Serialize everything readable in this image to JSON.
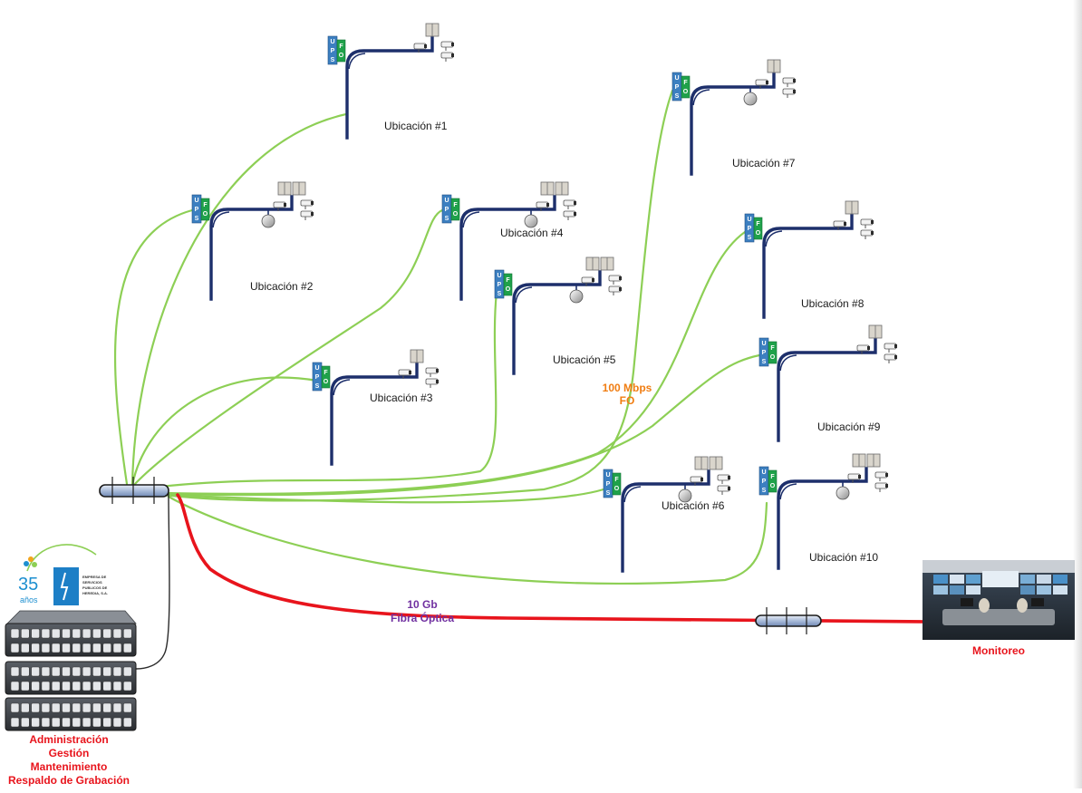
{
  "locations": [
    {
      "label": "Ubicación #1",
      "ptz": false
    },
    {
      "label": "Ubicación #2",
      "ptz": true
    },
    {
      "label": "Ubicación #3",
      "ptz": false
    },
    {
      "label": "Ubicación #4",
      "ptz": true
    },
    {
      "label": "Ubicación #5",
      "ptz": true
    },
    {
      "label": "Ubicación #6",
      "ptz": true
    },
    {
      "label": "Ubicación #7",
      "ptz": true
    },
    {
      "label": "Ubicación #8",
      "ptz": false
    },
    {
      "label": "Ubicación #9",
      "ptz": false
    },
    {
      "label": "Ubicación #10",
      "ptz": true
    }
  ],
  "pole_box": {
    "ups": [
      "U",
      "P",
      "S"
    ],
    "fo": [
      "F",
      "O"
    ]
  },
  "links": {
    "access": {
      "line1": "100 Mbps",
      "line2": "FO",
      "color": "#f07d12"
    },
    "backbone": {
      "line1": "10 Gb",
      "line2": "Fibra Óptica",
      "color": "#7030a0"
    }
  },
  "colors": {
    "fiber_green": "#8dcf55",
    "backbone_red": "#e8141c",
    "pole_navy": "#1d2f6b",
    "ups_blue": "#3c7fc0",
    "fo_green": "#1fa14a"
  },
  "logo": {
    "number": "35",
    "word": "años",
    "company": [
      "EMPRESA DE",
      "SERVICIOS",
      "PUBLICOS DE",
      "HEREDIA, S.A."
    ]
  },
  "datacenter": {
    "lines": [
      "Administración",
      "Gestión",
      "Mantenimiento",
      "Respaldo de Grabación"
    ]
  },
  "monitoring": {
    "label": "Monitoreo"
  }
}
